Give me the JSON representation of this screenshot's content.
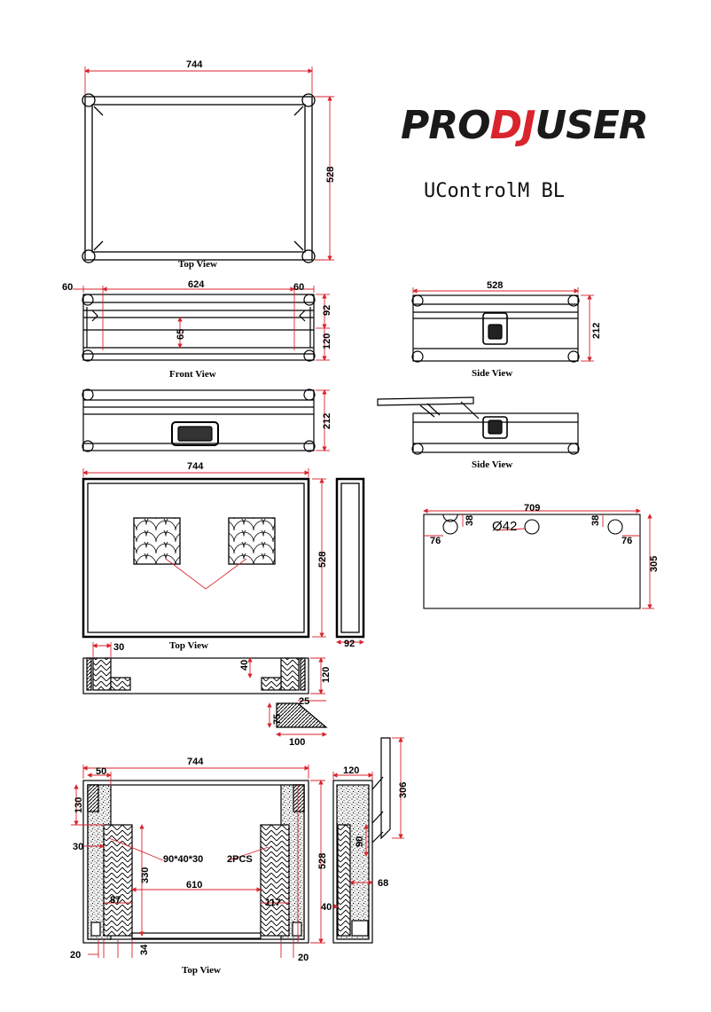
{
  "brand": {
    "pre": "PRO",
    "dj": "DJ",
    "post": "USER"
  },
  "model": "UControlM BL",
  "views": {
    "top": "Top View",
    "front": "Front View",
    "side": "Side View"
  },
  "dims": {
    "d744": "744",
    "d528": "528",
    "d60": "60",
    "d624": "624",
    "d92": "92",
    "d65": "65",
    "d120": "120",
    "d212": "212",
    "d709": "709",
    "d38": "38",
    "phi42": "Ø42",
    "d76": "76",
    "d305": "305",
    "d30": "30",
    "d40": "40",
    "d25": "25",
    "d75": "75",
    "d100": "100",
    "d50": "50",
    "d130": "130",
    "d90x40x30": "90*40*30",
    "d2pcs": "2PCS",
    "d330": "330",
    "d610": "610",
    "d87": "87",
    "d117": "117",
    "d20": "20",
    "d34": "34",
    "d90": "90",
    "d68": "68",
    "d306": "306"
  },
  "colors": {
    "dimension": "#d9232d",
    "outline": "#000000",
    "brand_red": "#d9232d"
  }
}
